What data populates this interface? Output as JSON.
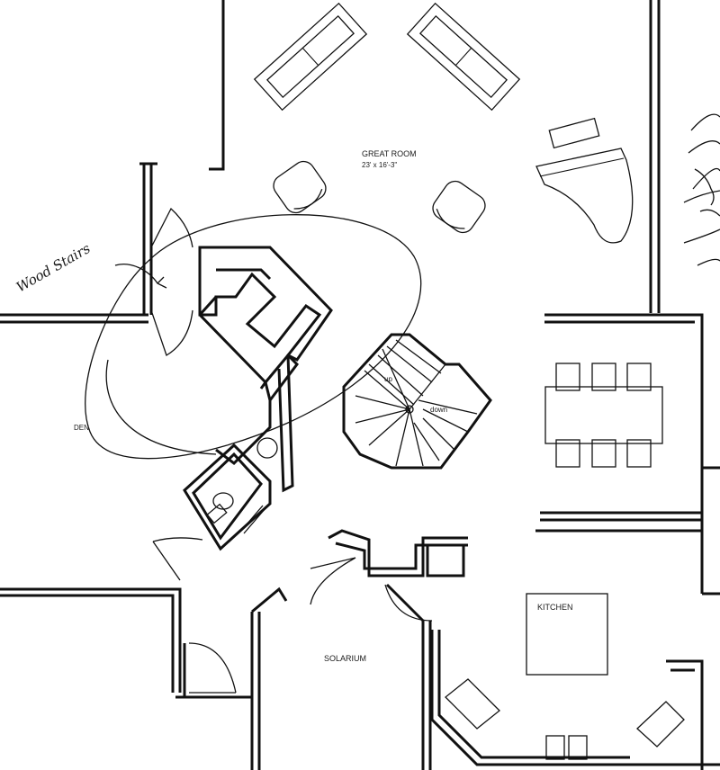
{
  "rooms": {
    "great_room": {
      "name": "GREAT ROOM",
      "dimensions": "23' x 16'-3\""
    },
    "den": {
      "name": "DEN"
    },
    "solarium": {
      "name": "SOLARIUM"
    },
    "kitchen": {
      "name": "KITCHEN"
    }
  },
  "stairs": {
    "up_label": "up",
    "down_label": "down"
  },
  "annotations": {
    "handwritten_note": "Wood Stairs"
  }
}
